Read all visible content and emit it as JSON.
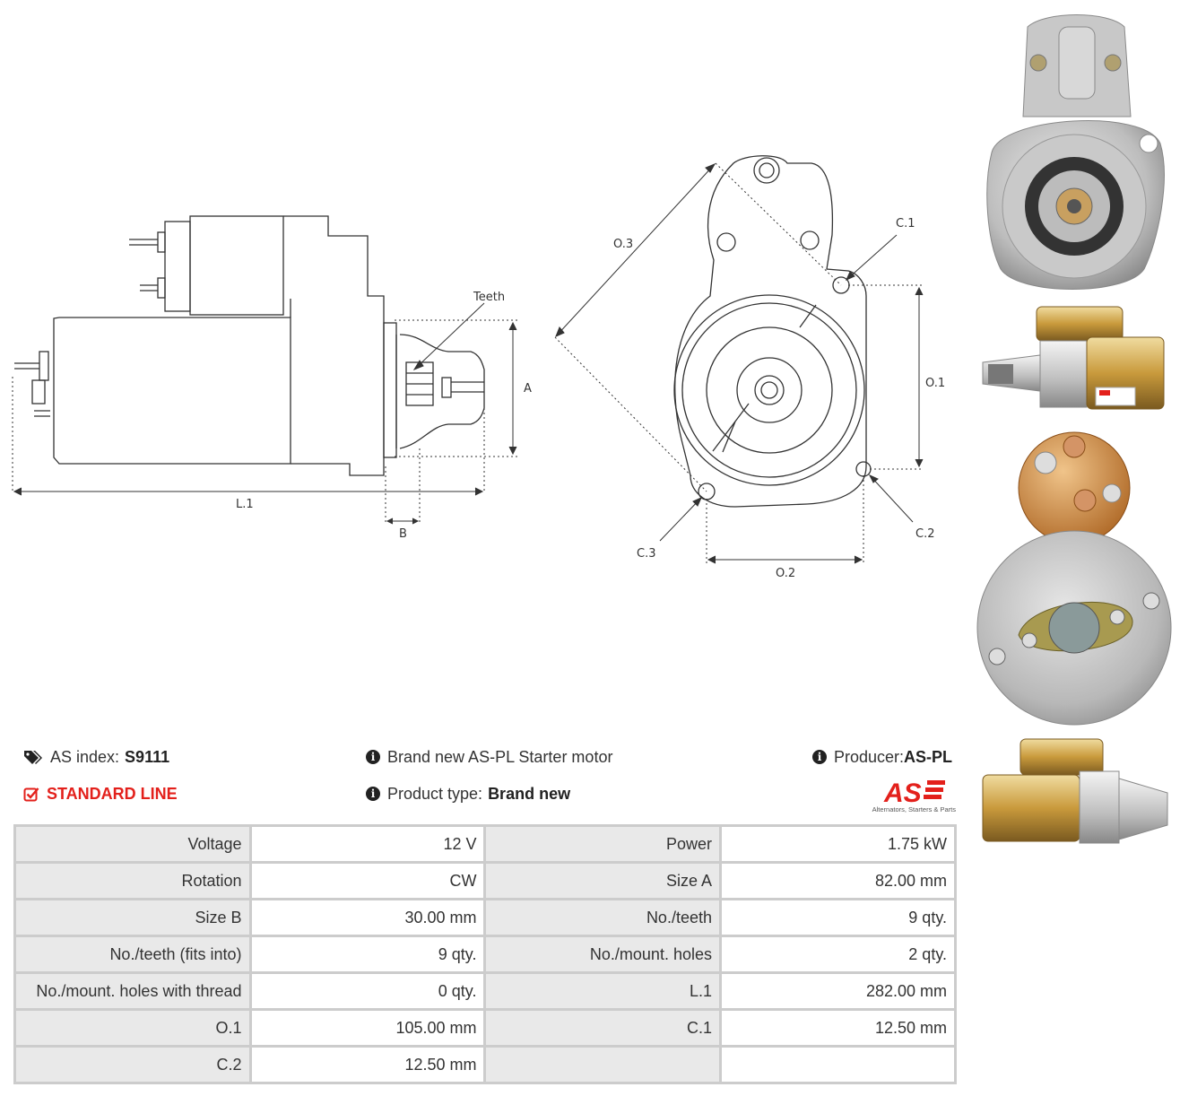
{
  "drawing": {
    "labels": {
      "teeth": "Teeth",
      "a": "A",
      "l1": "L.1",
      "b": "B",
      "o3": "O.3",
      "c1": "C.1",
      "o1": "O.1",
      "c2": "C.2",
      "c3": "C.3",
      "o2": "O.2"
    }
  },
  "info": {
    "as_index_label": "AS index:",
    "as_index_value": "S9111",
    "line": "STANDARD LINE",
    "description": "Brand new AS-PL Starter motor",
    "product_type_label": "Product type:",
    "product_type_value": "Brand new",
    "producer_label": "Producer:",
    "producer_value": "AS-PL",
    "logo_text": "AS",
    "logo_tagline": "Alternators, Starters & Parts"
  },
  "specs": [
    [
      "Voltage",
      "12 V",
      "Power",
      "1.75 kW"
    ],
    [
      "Rotation",
      "CW",
      "Size A",
      "82.00 mm"
    ],
    [
      "Size B",
      "30.00 mm",
      "No./teeth",
      "9 qty."
    ],
    [
      "No./teeth (fits into)",
      "9 qty.",
      "No./mount. holes",
      "2 qty."
    ],
    [
      "No./mount. holes with thread",
      "0 qty.",
      "L.1",
      "282.00 mm"
    ],
    [
      "O.1",
      "105.00 mm",
      "C.1",
      "12.50 mm"
    ],
    [
      "C.2",
      "12.50 mm",
      "",
      ""
    ]
  ],
  "colors": {
    "accent": "#e3201b",
    "table_border": "#cccccc",
    "table_key_bg": "#e9e9e9"
  }
}
